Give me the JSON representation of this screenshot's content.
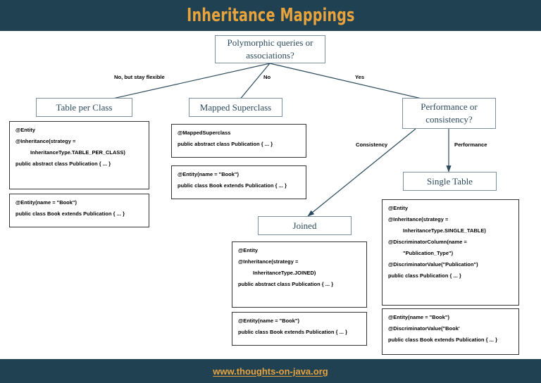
{
  "header": {
    "title": "Inheritance Mappings"
  },
  "footer": {
    "link": "www.thoughts-on-java.org"
  },
  "colors": {
    "header_bg": "#1f4152",
    "accent": "#e8a33d",
    "node_border": "#7b8fa1",
    "node_text": "#2c4a5c",
    "code_border": "#333333",
    "connector": "#2c4a5c"
  },
  "nodes": {
    "root": "Polymorphic queries or associations?",
    "table_per_class": "Table per Class",
    "mapped_superclass": "Mapped Superclass",
    "perf_or_consistency": "Performance or consistency?",
    "single_table": "Single Table",
    "joined": "Joined"
  },
  "edge_labels": {
    "no_but_flexible": "No, but stay flexible",
    "no": "No",
    "yes": "Yes",
    "consistency": "Consistency",
    "performance": "Performance"
  },
  "code_blocks": {
    "tpc_parent": [
      "@Entity",
      "@Inheritance(strategy =",
      "          InheritanceType.TABLE_PER_CLASS)",
      "public abstract class Publication { ... }"
    ],
    "tpc_child": [
      "@Entity(name = \"Book\")",
      "public class Book extends Publication { ... }"
    ],
    "ms_parent": [
      "@MappedSuperclass",
      "public abstract class Publication { ... }"
    ],
    "ms_child": [
      "@Entity(name = \"Book\")",
      "public class Book extends Publication { ... }"
    ],
    "joined_parent": [
      "@Entity",
      "@Inheritance(strategy =",
      "          InheritanceType.JOINED)",
      "public abstract class Publication { ... }"
    ],
    "joined_child": [
      "@Entity(name = \"Book\")",
      "public class Book extends Publication { ... }"
    ],
    "st_parent": [
      "@Entity",
      "@Inheritance(strategy =",
      "          InheritanceType.SINGLE_TABLE)",
      "@DiscriminatorColumn(name =",
      "          \"Publication_Type\")",
      "@DiscriminatorValue(\"Publication\")",
      "public class Publication { ... }"
    ],
    "st_child": [
      "@Entity(name = \"Book\")",
      "@DiscriminatorValue(\"Book'",
      "public class Book extends Publication { ... }"
    ]
  }
}
